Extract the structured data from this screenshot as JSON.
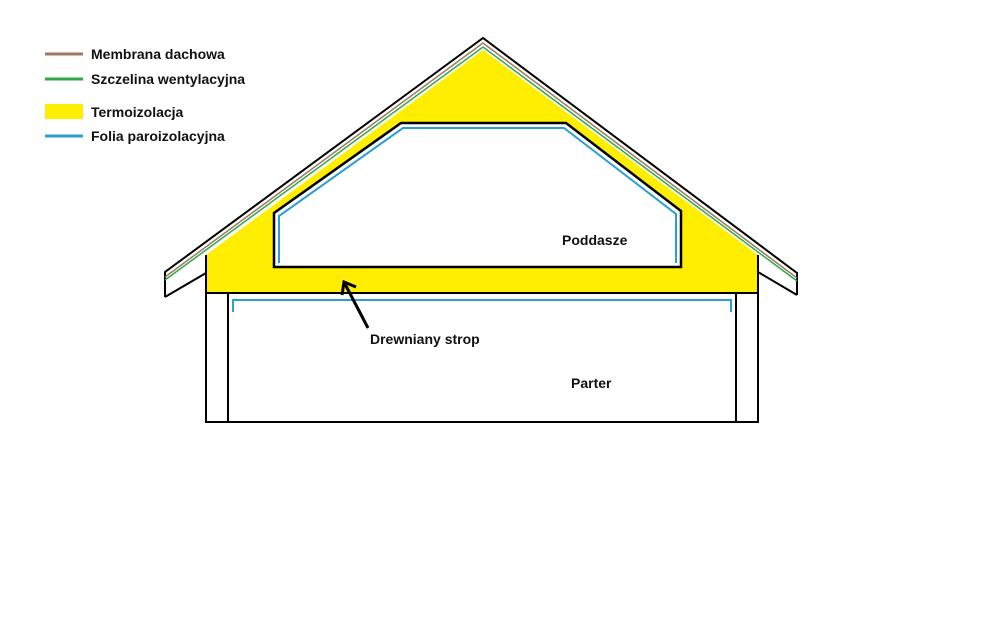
{
  "legend": {
    "items": [
      {
        "label": "Membrana dachowa",
        "color": "#a07860"
      },
      {
        "label": "Szczelina wentylacyjna",
        "color": "#2ea84a"
      },
      {
        "label": "Termoizolacja",
        "color": "#ffee00"
      },
      {
        "label": "Folia paroizolacyjna",
        "color": "#2a9fd0"
      }
    ]
  },
  "labels": {
    "attic": "Poddasze",
    "ceiling": "Drewniany strop",
    "ground_floor": "Parter"
  }
}
